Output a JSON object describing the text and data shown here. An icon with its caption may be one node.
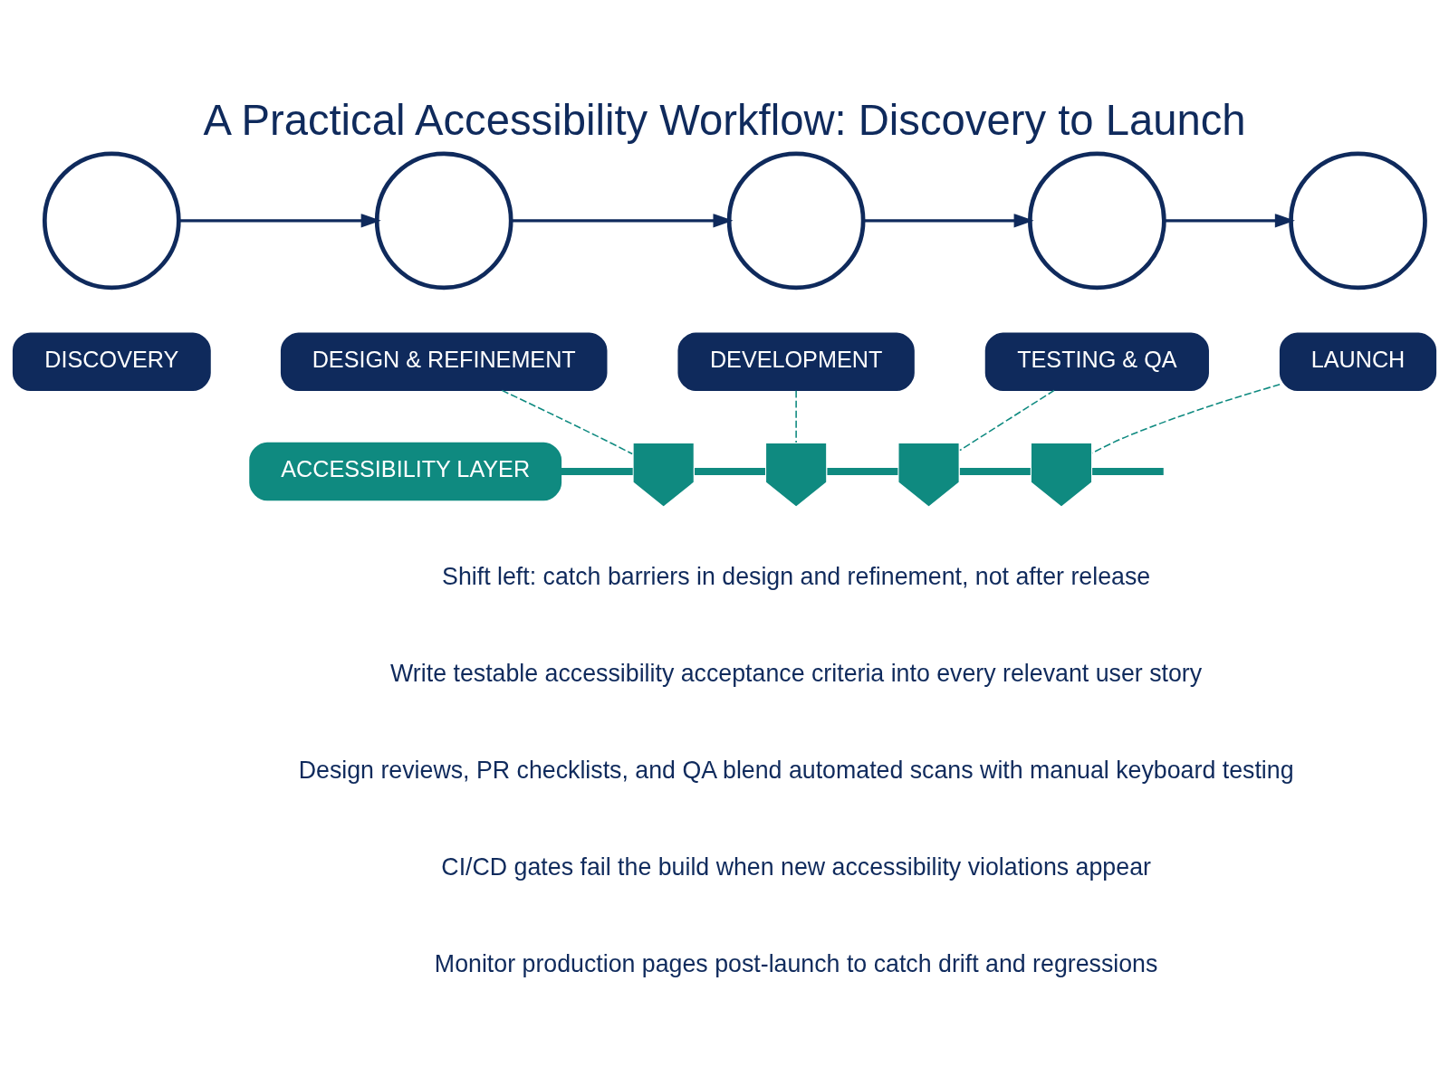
{
  "diagram": {
    "title": "A Practical Accessibility Workflow: Discovery to Launch",
    "nodes": [
      {
        "text": [],
        "shape": "circle"
      },
      {
        "text": [],
        "shape": "circle"
      },
      {
        "text": [],
        "shape": "circle"
      },
      {
        "text": [],
        "shape": "circle"
      },
      {
        "text": [],
        "shape": "circle"
      },
      {
        "text": [
          "DISCOVERY"
        ]
      },
      {
        "text": [
          "DESIGN & REFINEMENT"
        ]
      },
      {
        "text": [
          "DEVELOPMENT"
        ]
      },
      {
        "text": [
          "TESTING & QA"
        ]
      },
      {
        "text": [
          "LAUNCH"
        ]
      },
      {
        "text": [
          "ACCESSIBILITY LAYER"
        ]
      },
      {
        "text": [],
        "shape": "shield"
      },
      {
        "text": [],
        "shape": "shield"
      },
      {
        "text": [],
        "shape": "shield"
      },
      {
        "text": [],
        "shape": "shield"
      }
    ],
    "edges": [
      {
        "from": 0,
        "to": 1,
        "arrow": "to",
        "color": "#0f2a5c"
      },
      {
        "from": 1,
        "to": 2,
        "arrow": "to",
        "color": "#0f2a5c"
      },
      {
        "from": 2,
        "to": 3,
        "arrow": "to",
        "color": "#0f2a5c"
      },
      {
        "from": 3,
        "to": 4,
        "arrow": "to",
        "color": "#0f2a5c"
      },
      {
        "from": 6,
        "to": 11,
        "arrow": "none",
        "style": "dashed"
      },
      {
        "from": 7,
        "to": 12,
        "arrow": "none",
        "style": "dashed"
      },
      {
        "from": 8,
        "to": 13,
        "arrow": "none",
        "style": "dashed"
      },
      {
        "from": 9,
        "to": 14,
        "arrow": "none",
        "style": "dashed"
      },
      {
        "from": 10,
        "to": 11,
        "arrow": "none",
        "style": "thick"
      },
      {
        "from": 11,
        "to": 12,
        "arrow": "none",
        "style": "thick"
      },
      {
        "from": 12,
        "to": 13,
        "arrow": "none",
        "style": "thick"
      },
      {
        "from": 13,
        "to": 14,
        "arrow": "none",
        "style": "thick"
      },
      {
        "from": 14,
        "to": null,
        "arrow": "none",
        "style": "thick"
      }
    ],
    "labels": [
      "Shift left: catch barriers in design and refinement, not after release",
      "Write testable accessibility acceptance criteria into every relevant user story",
      "Design reviews, PR checklists, and QA blend automated scans with manual keyboard testing",
      "CI/CD gates fail the build when new accessibility violations appear",
      "Monitor production pages post-launch to catch drift and regressions"
    ]
  }
}
